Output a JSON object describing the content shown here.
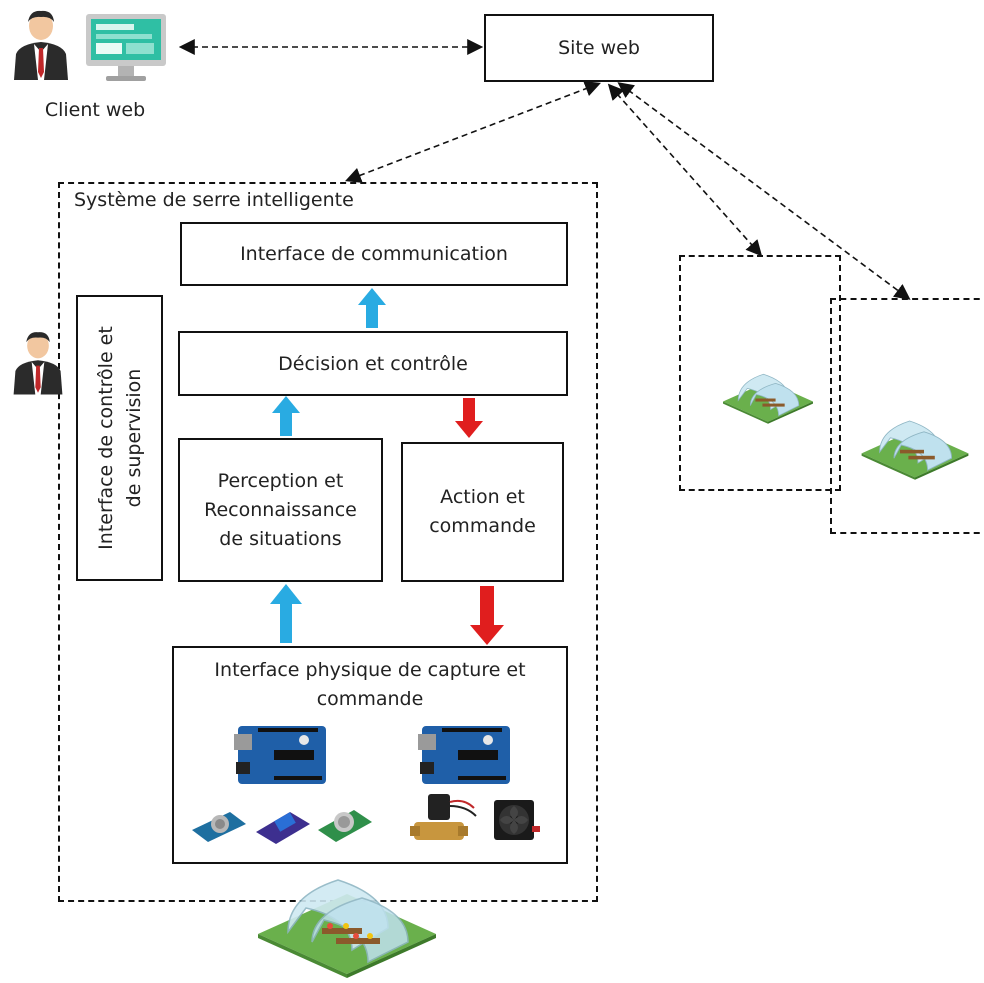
{
  "client": {
    "label": "Client web"
  },
  "site": {
    "label": "Site web"
  },
  "system": {
    "title": "Système de serre intelligente",
    "communication": "Interface de communication",
    "supervision_line1": "Interface de contrôle et",
    "supervision_line2": "de supervision",
    "decision": "Décision et contrôle",
    "perception_line1": "Perception et",
    "perception_line2": "Reconnaissance",
    "perception_line3": "de situations",
    "action_line1": "Action et",
    "action_line2": "commande",
    "physical_line1": "Interface physique de capture et",
    "physical_line2": "commande"
  },
  "icons": {
    "user": "user-icon",
    "monitor": "monitor-icon",
    "greenhouse": "greenhouse-icon",
    "arduino": "arduino-board-icon",
    "sensor": "sensor-module-icon",
    "valve": "solenoid-valve-icon",
    "fan": "fan-icon"
  },
  "colors": {
    "up_arrow": "#29abe2",
    "down_arrow": "#e01e1e",
    "border": "#111111"
  }
}
